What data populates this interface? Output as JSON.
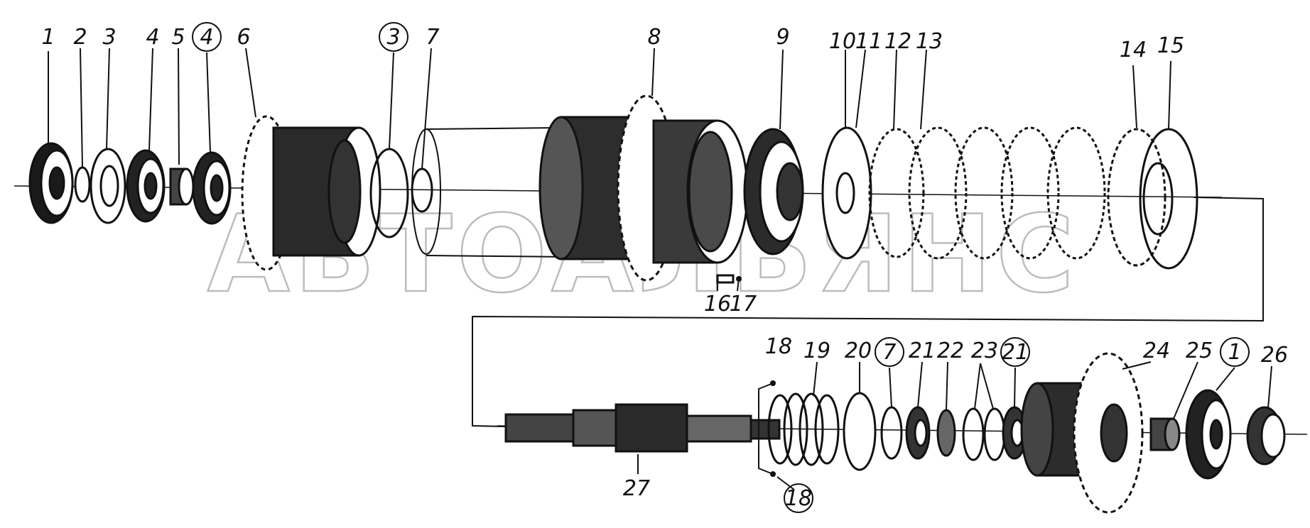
{
  "watermark": "АВТОАЛЬЯНС",
  "callouts": {
    "l1": "1",
    "l2": "2",
    "l3": "3",
    "l4": "4",
    "l5": "5",
    "l4c": "4",
    "l6": "6",
    "l3c": "3",
    "l7": "7",
    "l8": "8",
    "l9": "9",
    "l10": "10",
    "l11": "11",
    "l12": "12",
    "l13": "13",
    "l14": "14",
    "l15": "15",
    "l16": "16",
    "l17": "17",
    "l18a": "18",
    "l19": "19",
    "l20": "20",
    "l7c": "7",
    "l21": "21",
    "l22": "22",
    "l23": "23",
    "l21c": "21",
    "l24": "24",
    "l25": "25",
    "l1c": "1",
    "l26": "26",
    "l27": "27",
    "l18c": "18"
  }
}
